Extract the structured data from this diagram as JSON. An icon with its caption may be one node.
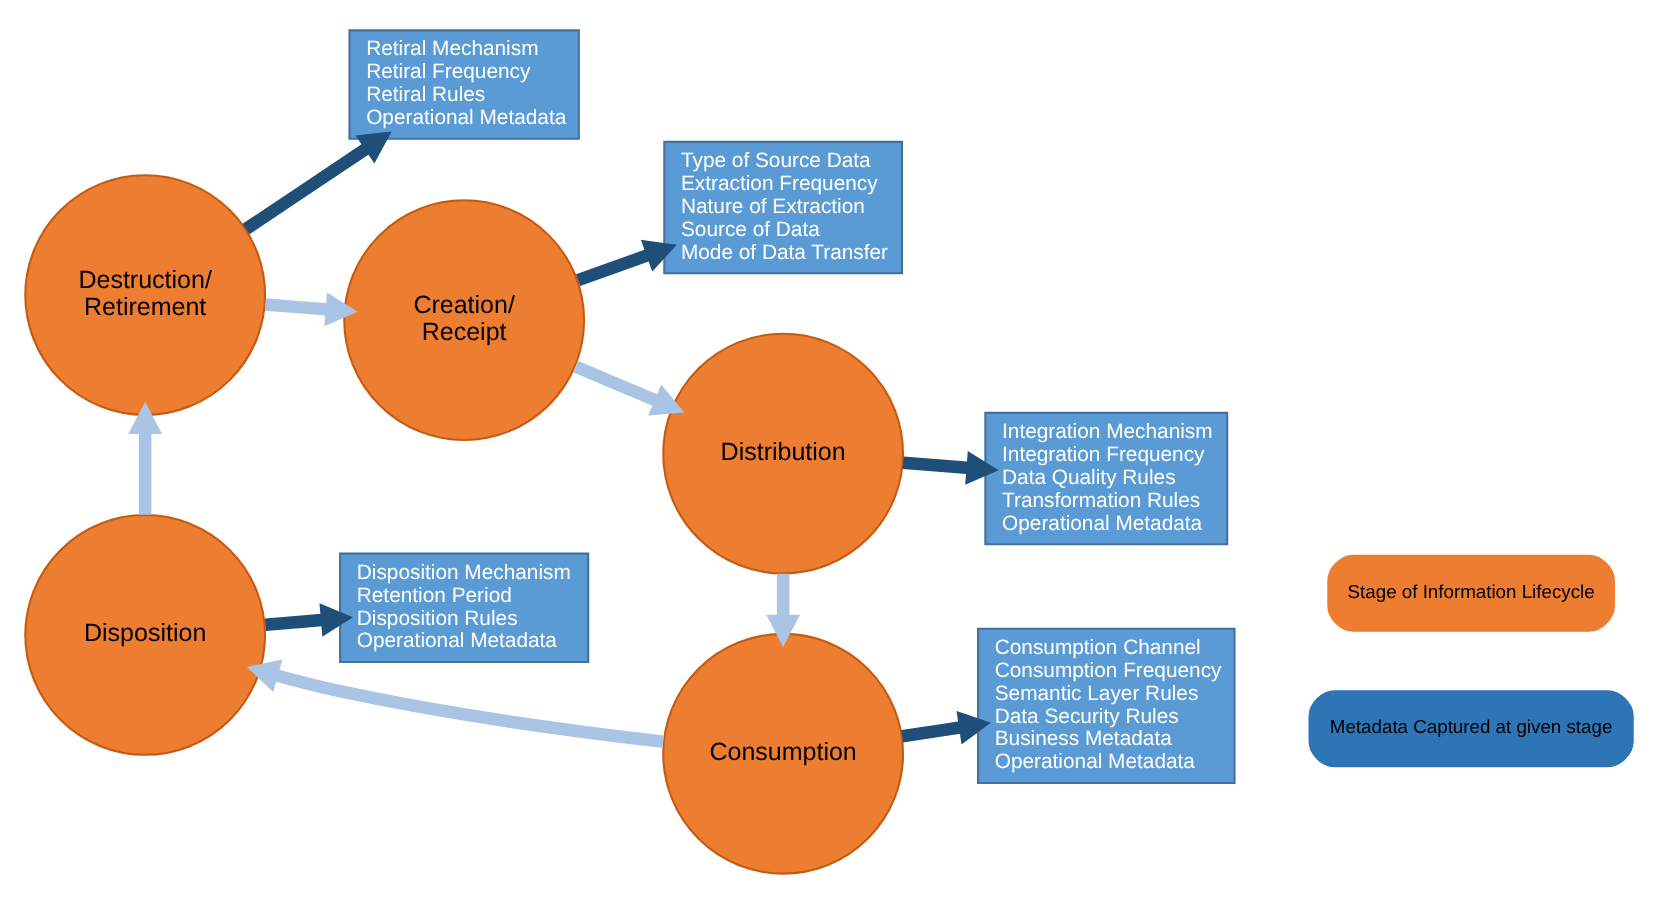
{
  "diagram": {
    "nodes": [
      {
        "text": [
          "Creation/ Receipt"
        ]
      },
      {
        "text": [
          "Distribution"
        ]
      },
      {
        "text": [
          "Consumption"
        ]
      },
      {
        "text": [
          "Disposition"
        ]
      },
      {
        "text": [
          "Destruction/ Retirement"
        ]
      },
      {
        "text": [
          "Type of Source Data",
          "Extraction Frequency",
          "Nature of Extraction",
          "Source of Data",
          "Mode of Data Transfer"
        ]
      },
      {
        "text": [
          "Integration Mechanism",
          "Integration Frequency",
          "Data Quality Rules",
          "Transformation Rules",
          "Operational Metadata"
        ]
      },
      {
        "text": [
          "Consumption Channel",
          "Consumption Frequency",
          "Semantic Layer Rules",
          "Data Security Rules",
          "Business Metadata",
          "Operational Metadata"
        ]
      },
      {
        "text": [
          "Disposition Mechanism",
          "Retention Period",
          "Disposition Rules",
          "Operational Metadata"
        ]
      },
      {
        "text": [
          "Retiral Mechanism",
          "Retiral Frequency",
          "Retiral Rules",
          "Operational Metadata"
        ]
      }
    ],
    "edges": [
      {
        "from": 0,
        "to": 1,
        "arrow": "to",
        "color": "#a9c4e4"
      },
      {
        "from": 1,
        "to": 2,
        "arrow": "to",
        "color": "#a9c4e4"
      },
      {
        "from": 2,
        "to": 3,
        "arrow": "to",
        "color": "#a9c4e4"
      },
      {
        "from": 3,
        "to": 4,
        "arrow": "to",
        "color": "#a9c4e4"
      },
      {
        "from": 4,
        "to": 0,
        "arrow": "to",
        "color": "#a9c4e4"
      },
      {
        "from": 0,
        "to": 5,
        "arrow": "to",
        "color": "#1f4e79"
      },
      {
        "from": 1,
        "to": 6,
        "arrow": "to",
        "color": "#1f4e79"
      },
      {
        "from": 2,
        "to": 7,
        "arrow": "to",
        "color": "#1f4e79"
      },
      {
        "from": 3,
        "to": 8,
        "arrow": "to",
        "color": "#1f4e79"
      },
      {
        "from": 4,
        "to": 9,
        "arrow": "to",
        "color": "#1f4e79"
      }
    ],
    "legend": [
      {
        "text": "Stage of Information Lifecycle",
        "color": "#ed7d31"
      },
      {
        "text": "Metadata Captured at given stage",
        "color": "#2e75b6"
      }
    ]
  }
}
